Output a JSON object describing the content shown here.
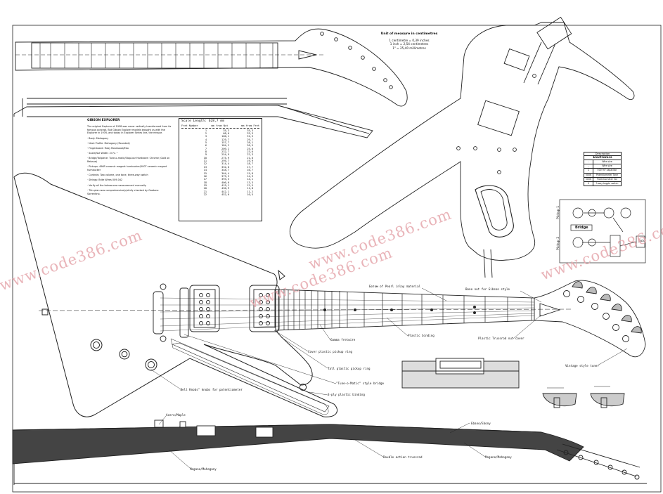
{
  "units": {
    "title": "Unit of measure in centimetres",
    "lines": [
      "1 centimetre = 0,39 inches",
      "1 inch = 2,54 centimetres",
      "1\" = 25,40 millimetres"
    ]
  },
  "description": {
    "title": "GIBSON EXPLORER",
    "paragraphs": [
      "The original Explorer of 1958 was never radically transformed from its famous concept. But Gibson Explorer models brought us with the Explorer in 1976, and today in Explorer Series line, the reissue.",
      "· Body: Mahogany",
      "· Neck Profile: Mahogany (Rounded)",
      "· Fingerboard: Ruby Rosewood/Ebo",
      "· Scale/Nut Width: 24 ¾ ~",
      "· Bridge/Tailpiece: Tune-o-matic/Stop-bar Hardware: Chrome (Gold on Reissue)",
      "· Pickups: 496R ceramic magnet humbucker/500T ceramic magnet humbucker",
      "· Controls: Two volume, one tone, three-way switch",
      "· Strings: Brite Wires 009-042",
      "· Verify all the tolerances measurement manually.",
      "· This plan was comprehensively/ofully checked by Gaetano Sorrentino."
    ]
  },
  "fret_table": {
    "scale_length": "Scale Length: 628,7 mm",
    "headers": [
      "Fret Number",
      "mm from Nut",
      "mm from Fret"
    ],
    "rows": [
      [
        "1",
        "35,3",
        "35,3"
      ],
      [
        "2",
        "68,6",
        "33,3"
      ],
      [
        "3",
        "100,1",
        "31,5"
      ],
      [
        "4",
        "129,7",
        "29,7"
      ],
      [
        "5",
        "157,7",
        "28,1"
      ],
      [
        "6",
        "184,2",
        "26,5"
      ],
      [
        "7",
        "209,2",
        "25,0"
      ],
      [
        "8",
        "232,7",
        "23,6"
      ],
      [
        "9",
        "254,9",
        "22,3"
      ],
      [
        "10",
        "275,9",
        "21,0"
      ],
      [
        "11",
        "295,7",
        "19,9"
      ],
      [
        "12",
        "314,4",
        "18,7"
      ],
      [
        "13",
        "332,0",
        "17,7"
      ],
      [
        "14",
        "348,7",
        "16,7"
      ],
      [
        "15",
        "364,4",
        "15,8"
      ],
      [
        "16",
        "379,3",
        "14,9"
      ],
      [
        "17",
        "393,3",
        "14,1"
      ],
      [
        "18",
        "406,6",
        "13,3"
      ],
      [
        "19",
        "419,1",
        "12,5"
      ],
      [
        "20",
        "430,9",
        "11,8"
      ],
      [
        "21",
        "442,1",
        "11,2"
      ],
      [
        "22",
        "452,6",
        "10,5"
      ]
    ]
  },
  "electronics": {
    "header": "Description",
    "title": "Electronics",
    "rows": [
      [
        "-",
        "Wire size"
      ],
      [
        "-",
        "Wire size"
      ],
      [
        "C",
        "500 mF capacitor"
      ],
      [
        "500K",
        "Potentiometer Tone"
      ],
      [
        "500K",
        "Potentiometer Vol"
      ],
      [
        "S",
        "3-way toggle switch"
      ]
    ]
  },
  "wiring": {
    "pickup1": "Pickup 1",
    "pickup2": "Pickup 2",
    "bridge": "Bridge",
    "jack": "Jack"
  },
  "callouts": {
    "inlay": "Ботом of Pearl inlay material",
    "nut": "Bone nut for Gibson style",
    "binding": "Plastic binding",
    "truss_cover": "Plastic Trussrod nut cover",
    "vintage_tuner": "Vintage style tuner",
    "frets": "Gamma fretwire",
    "cover_ring": "Cover plastic pickup ring",
    "tall_ring": "Tall plastic pickup ring",
    "bridge": "\"Tune-o-Matic\" style bridge",
    "pickguard": "3-ply plastic binding",
    "knobs": "\"Bell Knobs\" knobs for potentiometer",
    "body_top": "Acero/Maple",
    "ebony": "Ebano/Ebony",
    "mahogany_body": "Mogano/Mahogany",
    "mahogany_neck": "Mogano/Mahogany",
    "truss_rod": "Double action trussrod"
  },
  "watermarks": [
    "www.code386.com",
    "www.code386.com",
    "www.code386.com",
    "www.code386.com"
  ]
}
